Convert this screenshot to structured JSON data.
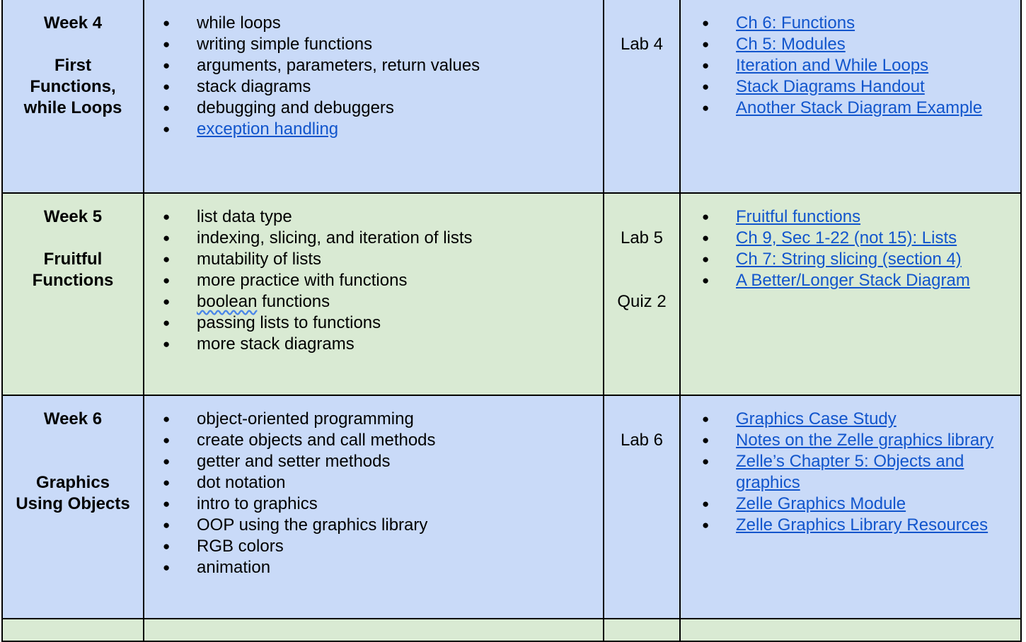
{
  "colors": {
    "blue_row": "#c9daf8",
    "green_row": "#d9ead3",
    "link": "#1155cc"
  },
  "weeks": [
    {
      "week": "Week 4",
      "title_lines": [
        "First",
        "Functions,",
        "while Loops"
      ],
      "topics": [
        "while loops",
        "writing simple functions",
        "arguments, parameters, return values",
        "stack diagrams",
        "debugging and debuggers",
        "exception handling"
      ],
      "lab": "Lab 4",
      "quiz": "",
      "resources": [
        "Ch 6: Functions",
        "Ch 5: Modules",
        "Iteration and While Loops",
        "Stack Diagrams Handout",
        "Another Stack Diagram Example"
      ]
    },
    {
      "week": "Week 5",
      "title_lines": [
        "Fruitful",
        "Functions"
      ],
      "topics": [
        "list data type",
        "indexing, slicing, and iteration of lists",
        "mutability of lists",
        "more practice with functions",
        "boolean",
        "functions",
        "passing lists to functions",
        "more stack diagrams"
      ],
      "lab": "Lab 5",
      "quiz": "Quiz 2",
      "resources": [
        "Fruitful functions",
        "Ch 9, Sec 1-22 (not 15): Lists",
        "Ch 7: String slicing (section 4)",
        "A Better/Longer Stack Diagram"
      ]
    },
    {
      "week": "Week 6",
      "title_lines": [
        "Graphics",
        "Using Objects"
      ],
      "topics": [
        "object-oriented programming",
        "create objects and call methods",
        "getter and setter methods",
        "dot notation",
        "intro to graphics",
        "OOP using the graphics library",
        "RGB colors",
        "animation"
      ],
      "lab": "Lab 6",
      "quiz": "",
      "resources": [
        "Graphics Case Study",
        "Notes on the Zelle graphics library",
        "Zelle’s Chapter 5: Objects and graphics",
        "Zelle Graphics Module",
        "Zelle Graphics Library Resources"
      ]
    }
  ]
}
